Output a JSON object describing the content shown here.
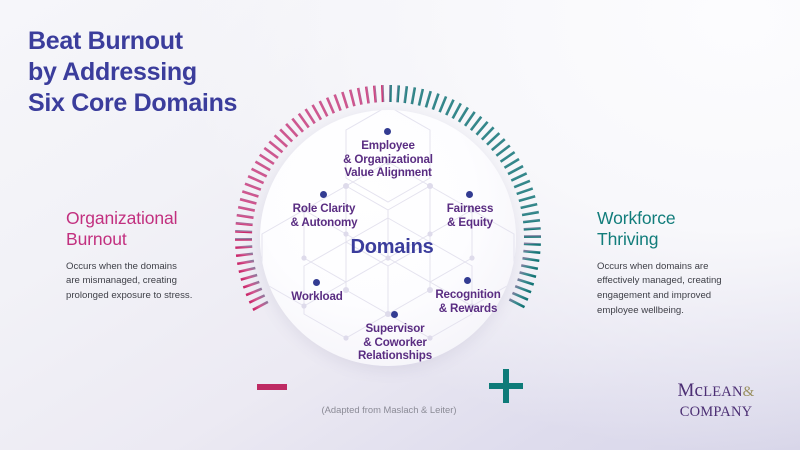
{
  "title": {
    "line1": "Beat Burnout",
    "line2": "by Addressing",
    "line3": "Six Core Domains"
  },
  "left_panel": {
    "heading_line1": "Organizational",
    "heading_line2": "Burnout",
    "body_line1": "Occurs when the domains",
    "body_line2": "are mismanaged, creating",
    "body_line3": "prolonged exposure to stress.",
    "marker": "minus-sign",
    "color": "#c2307f"
  },
  "right_panel": {
    "heading_line1": "Workforce",
    "heading_line2": "Thriving",
    "body_line1": "Occurs when domains are",
    "body_line2": "effectively managed, creating",
    "body_line3": "engagement and improved",
    "body_line4": "employee wellbeing.",
    "marker": "plus-sign",
    "color": "#127d7b"
  },
  "center": {
    "label": "Domains"
  },
  "domains": [
    {
      "id": "employee-value-alignment",
      "line1": "Employee",
      "line2": "& Organizational",
      "line3": "Value Alignment"
    },
    {
      "id": "role-clarity-autonomy",
      "line1": "Role Clarity",
      "line2": "& Autonomy"
    },
    {
      "id": "fairness-equity",
      "line1": "Fairness",
      "line2": "& Equity"
    },
    {
      "id": "workload",
      "line1": "Workload"
    },
    {
      "id": "recognition-rewards",
      "line1": "Recognition",
      "line2": "& Rewards"
    },
    {
      "id": "supervisor-coworker",
      "line1": "Supervisor",
      "line2": "& Coworker",
      "line3": "Relationships"
    }
  ],
  "caption": "(Adapted from Maslach & Leiter)",
  "logo": {
    "word_mc": "Mc",
    "word_lean": "LEAN",
    "ampersand": "&",
    "word_company": "COMPANY"
  },
  "colors": {
    "title_blue": "#3b3d9c",
    "domain_purple": "#5a2d82",
    "dot_navy": "#333c92",
    "burnout_pink": "#c2307f",
    "thriving_teal": "#127d7b",
    "minus_crimson": "#be2a63",
    "plus_teal": "#0e7b79",
    "body_gray": "#3f4048",
    "caption_gray": "#8b8b96"
  }
}
